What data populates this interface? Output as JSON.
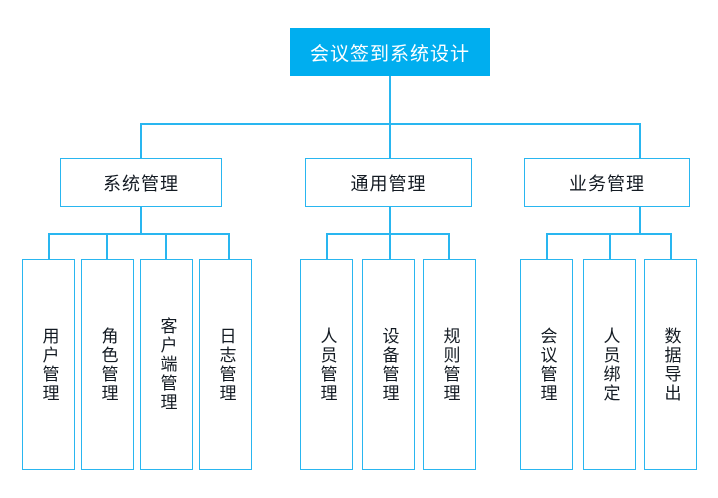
{
  "diagram": {
    "type": "org-tree",
    "orientation": "top-down",
    "accent_color": "#00aeef",
    "border_color": "#29b6f0",
    "text_color": "#141b23",
    "root_text_color": "#ffffff",
    "background": "#ffffff"
  },
  "root": {
    "label": "会议签到系统设计"
  },
  "branches": [
    {
      "label": "系统管理",
      "children": [
        {
          "label": "用户管理"
        },
        {
          "label": "角色管理"
        },
        {
          "label": "客户端管理"
        },
        {
          "label": "日志管理"
        }
      ]
    },
    {
      "label": "通用管理",
      "children": [
        {
          "label": "人员管理"
        },
        {
          "label": "设备管理"
        },
        {
          "label": "规则管理"
        }
      ]
    },
    {
      "label": "业务管理",
      "children": [
        {
          "label": "会议管理"
        },
        {
          "label": "人员绑定"
        },
        {
          "label": "数据导出"
        }
      ]
    }
  ]
}
